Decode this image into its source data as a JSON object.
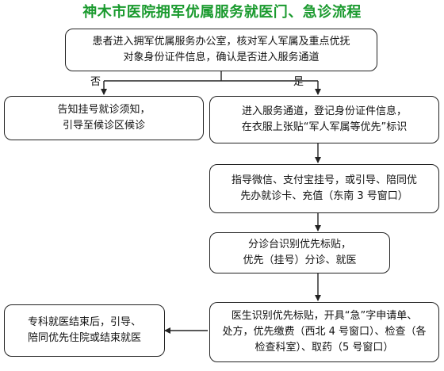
{
  "title": "神木市医院拥军优属服务就医门、急诊流程",
  "nodes": {
    "start": {
      "line1": "患者进入拥军优属服务办公室，核对军人军属及重点优抚",
      "line2": "对象身份证件信息，确认是否进入服务通道"
    },
    "no_branch": {
      "line1": "告知挂号就诊须知，",
      "line2": "引导至候诊区候诊"
    },
    "yes_branch": {
      "line1": "进入服务通道，登记身份证件信息，",
      "line2": "在衣服上张贴“军人军属等优先”标识"
    },
    "register": {
      "line1": "指导微信、支付宝挂号，或引导、陪同优",
      "line2": "先办就诊卡、充值（东南 3 号窗口）"
    },
    "triage": {
      "line1": "分诊台识别优先标贴，",
      "line2": "优先（挂号）分诊、就医"
    },
    "doctor": {
      "line1": "医生识别优先标贴，开具“急”字申请单、",
      "line2": "处方，优先缴费（西北 4 号窗口）、检查（各",
      "line3": "检查科室）、取药（5 号窗口）"
    },
    "end": {
      "line1": "专科就医结束后，引导、",
      "line2": "陪同优先住院或结束就医"
    }
  },
  "labels": {
    "no": "否",
    "yes": "是"
  }
}
